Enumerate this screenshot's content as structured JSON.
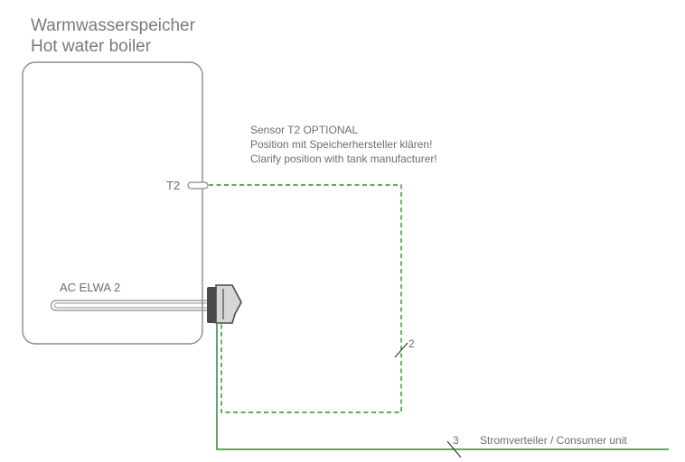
{
  "tank": {
    "title_de": "Warmwasserspeicher",
    "title_en": "Hot water boiler"
  },
  "sensor_note": {
    "line1": "Sensor T2 OPTIONAL",
    "line2": "Position mit Speicherhersteller klären!",
    "line3": "Clarify position with tank manufacturer!"
  },
  "sensor": {
    "label": "T2"
  },
  "heater": {
    "label": "AC ELWA 2"
  },
  "cables": {
    "sensor_cores": "2",
    "power_cores": "3",
    "power_destination": "Stromverteiler / Consumer unit"
  },
  "colors": {
    "cable": "#2e8b2e",
    "outline": "#8c8c8c",
    "device_body": "#d6d6d6",
    "device_dark": "#4a4a4a"
  }
}
